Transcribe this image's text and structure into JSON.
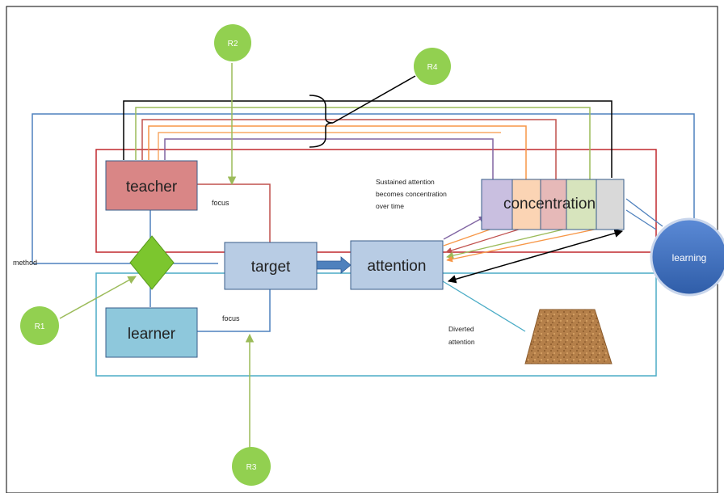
{
  "nodes": {
    "teacher": "teacher",
    "learner": "learner",
    "target": "target",
    "attention": "attention",
    "concentration": "concentration",
    "learning": "learning"
  },
  "labels": {
    "focus_top": "focus",
    "focus_bottom": "focus",
    "method": "method",
    "sustained": [
      "Sustained attention",
      "becomes concentration",
      "over time"
    ],
    "diverted": [
      "Diverted",
      "attention"
    ]
  },
  "markers": {
    "r1": "R1",
    "r2": "R2",
    "r3": "R3",
    "r4": "R4"
  },
  "colors": {
    "teacher_fill": "#d98686",
    "learner_fill": "#8ec8dc",
    "target_fill": "#b8cce4",
    "attention_fill": "#b8cce4",
    "learning_fill": "#4472c4",
    "marker_fill": "#92d050",
    "red_frame": "#c0282e",
    "cyan_frame": "#4bacc6",
    "blue_line": "#4f81bd",
    "green_line": "#9bbb59",
    "orange_line": "#f79646",
    "purple_line": "#8064a2",
    "red_line": "#c0504d",
    "soil": "#b5804a"
  }
}
